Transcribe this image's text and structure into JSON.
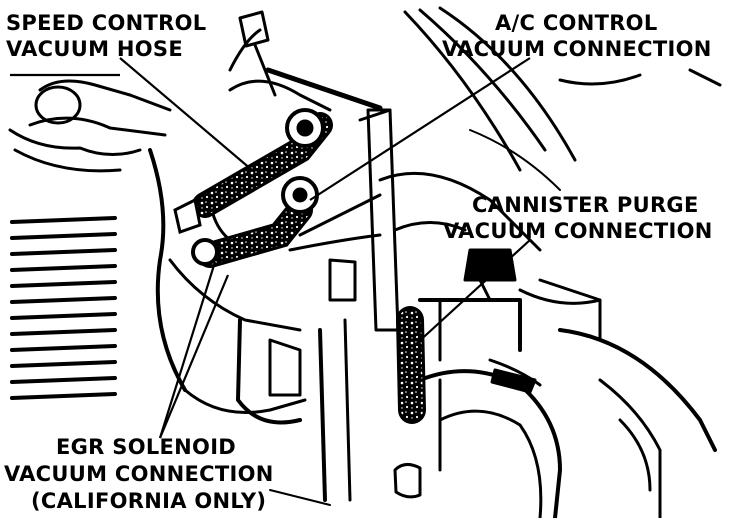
{
  "labels": {
    "speed_control": [
      "SPEED CONTROL",
      "VACUUM HOSE"
    ],
    "ac_control": [
      "A/C CONTROL",
      "VACUUM CONNECTION"
    ],
    "cannister_purge": [
      "CANNISTER PURGE",
      "VACUUM CONNECTION"
    ],
    "egr_solenoid": [
      "EGR SOLENOID",
      "VACUUM CONNECTION",
      "(CALIFORNIA ONLY)"
    ]
  },
  "colors": {
    "ink": "#000000",
    "paper": "#ffffff"
  }
}
